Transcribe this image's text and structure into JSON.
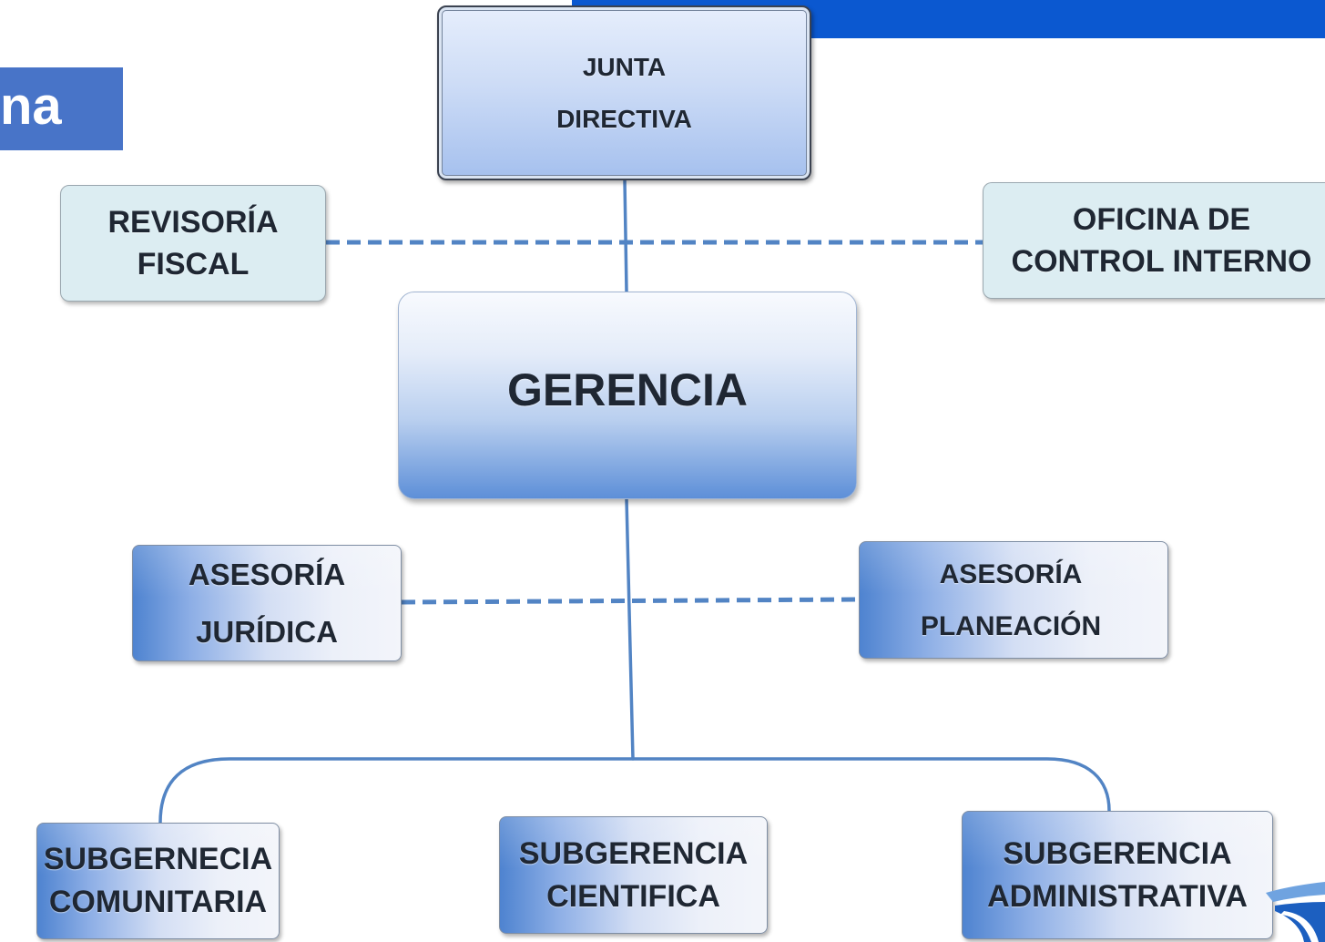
{
  "colors": {
    "header_bar": "#0b58d0",
    "title_tab": "#4874c8",
    "connector": "#5284c4",
    "text": "#1f2733"
  },
  "title_tab": {
    "text": "na"
  },
  "org_chart": {
    "board": {
      "lines": [
        "JUNTA",
        "DIRECTIVA"
      ]
    },
    "fiscal_review": {
      "lines": [
        "REVISORÍA",
        "FISCAL"
      ]
    },
    "internal_control": {
      "lines": [
        "OFICINA DE",
        "CONTROL INTERNO"
      ]
    },
    "management": {
      "label": "GERENCIA"
    },
    "legal_advisory": {
      "lines": [
        "ASESORÍA",
        "JURÍDICA"
      ]
    },
    "planning_advisory": {
      "lines": [
        "ASESORÍA",
        "PLANEACIÓN"
      ]
    },
    "sub_managements": [
      {
        "lines": [
          "SUBGERNECIA",
          "COMUNITARIA"
        ]
      },
      {
        "lines": [
          "SUBGERENCIA",
          "CIENTIFICA"
        ]
      },
      {
        "lines": [
          "SUBGERENCIA",
          "ADMINISTRATIVA"
        ]
      }
    ]
  },
  "decorations": {
    "corner_logo_icon": "logo-swoosh-icon"
  }
}
